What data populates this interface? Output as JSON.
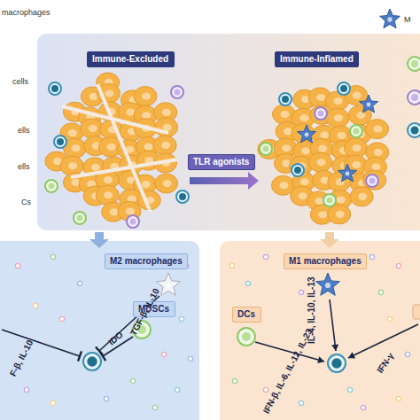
{
  "diagram": {
    "nodes": [
      {
        "text": [
          "Immune-Excluded"
        ]
      },
      {
        "text": [
          "Immune-Inflamed"
        ]
      },
      {
        "text": [
          "TLR agonists"
        ]
      },
      {
        "text": [
          "M2 macrophages"
        ]
      },
      {
        "text": [
          "MDSCs"
        ]
      },
      {
        "text": [
          "M1 macrophages"
        ]
      },
      {
        "text": [
          "DCs"
        ]
      }
    ],
    "labels": [
      "macrophages",
      "cells",
      "ells",
      "ells",
      "Cs",
      "M",
      "F-β, IL-10",
      "TGF-β, IL-10",
      "IDO",
      "IFN-β, IL-6, IL-12, IL-23",
      "IL-4, IL-10, IL-13",
      "IFN-γ"
    ]
  }
}
